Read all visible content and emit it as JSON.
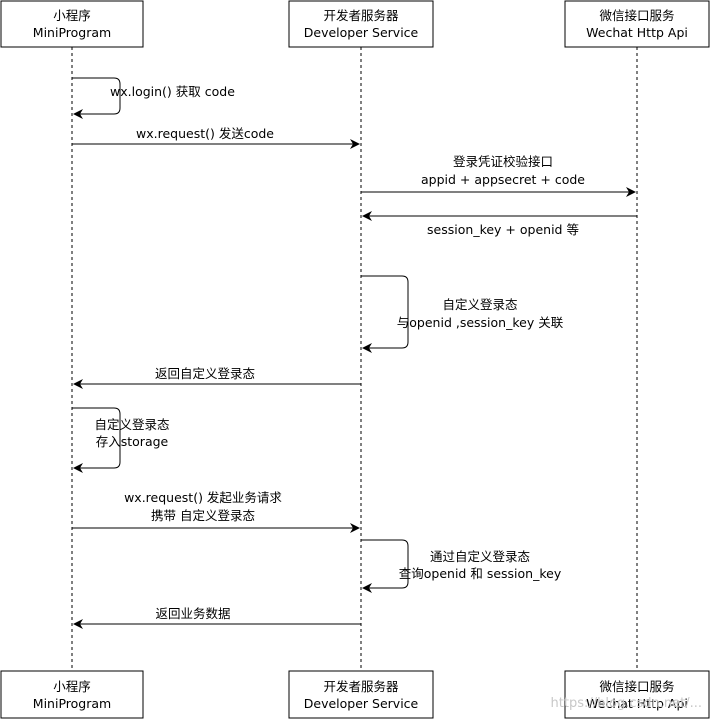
{
  "participants": [
    {
      "line1": "小程序",
      "line2": "MiniProgram"
    },
    {
      "line1": "开发者服务器",
      "line2": "Developer Service"
    },
    {
      "line1": "微信接口服务",
      "line2": "Wechat Http Api"
    }
  ],
  "messages": [
    {
      "line1": "wx.login() 获取 code",
      "line2": ""
    },
    {
      "line1": "wx.request() 发送code",
      "line2": ""
    },
    {
      "line1": "登录凭证校验接口",
      "line2": "appid + appsecret + code"
    },
    {
      "line1": "session_key + openid 等",
      "line2": ""
    },
    {
      "line1": "自定义登录态",
      "line2": "与openid ,session_key 关联"
    },
    {
      "line1": "返回自定义登录态",
      "line2": ""
    },
    {
      "line1": "自定义登录态",
      "line2": "存入storage"
    },
    {
      "line1": "wx.request() 发起业务请求",
      "line2": "携带 自定义登录态"
    },
    {
      "line1": "通过自定义登录态",
      "line2": "查询openid 和 session_key"
    },
    {
      "line1": "返回业务数据",
      "line2": ""
    }
  ],
  "watermark": "https://blog.csdn.net/..."
}
